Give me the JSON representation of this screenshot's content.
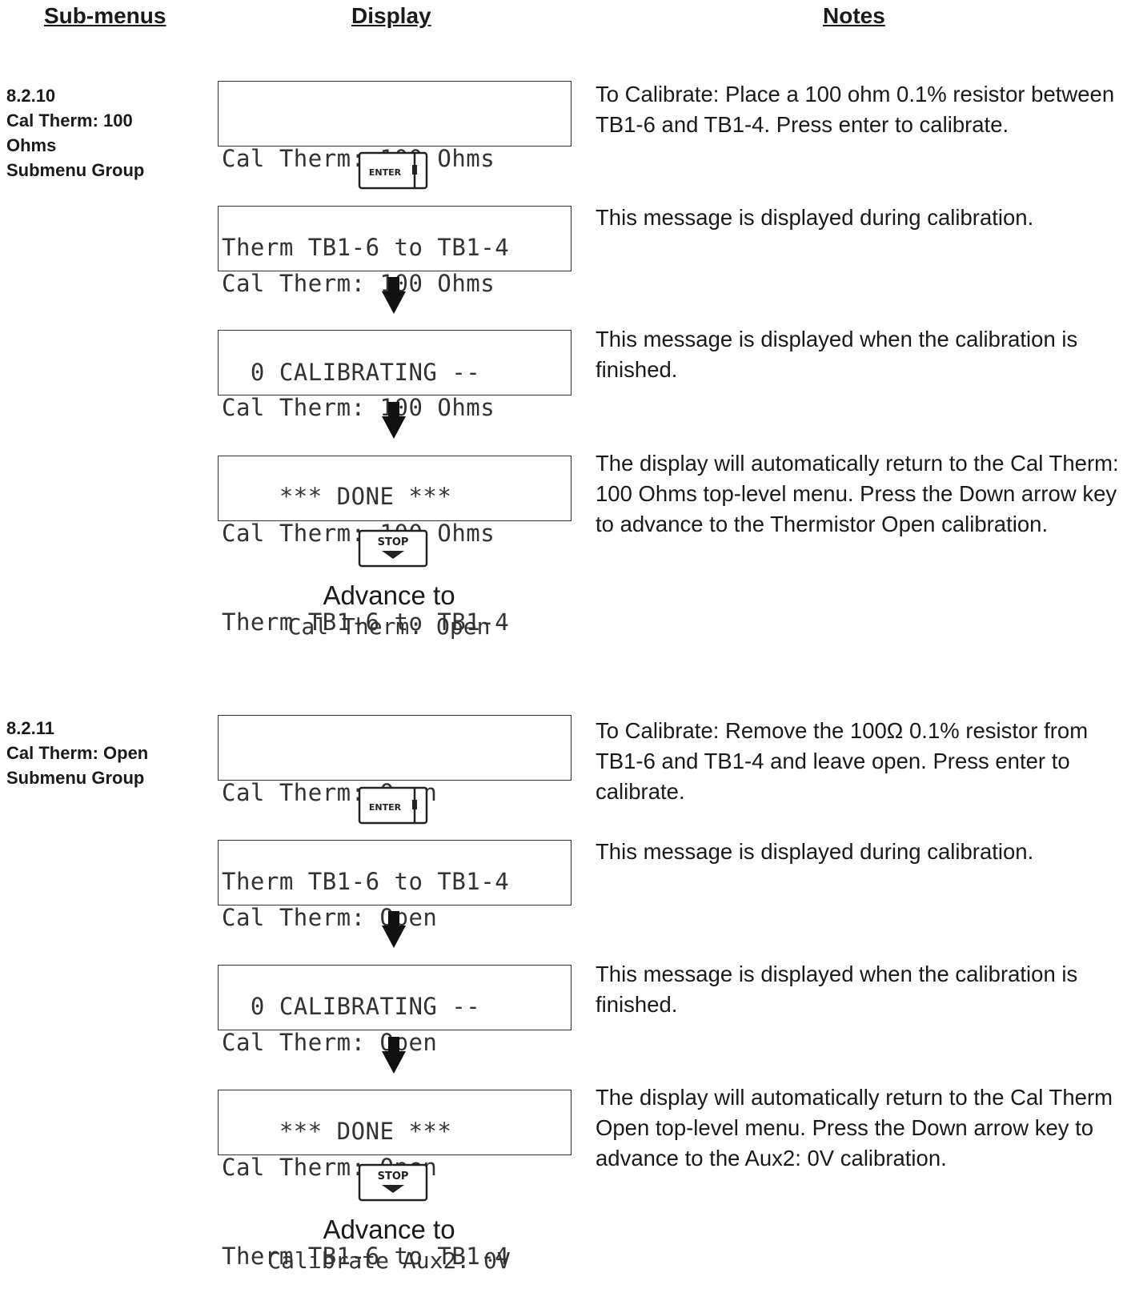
{
  "headers": {
    "submenus": "Sub-menus",
    "display": "Display",
    "notes": "Notes"
  },
  "sections": [
    {
      "number": "8.2.10",
      "name_line1": "Cal Therm: 100",
      "name_line2": "Ohms",
      "name_line3": "Submenu Group",
      "screens": [
        {
          "line1": "Cal Therm: 100 Ohms",
          "line2": "Therm TB1-6 to TB1-4"
        },
        {
          "line1": "Cal Therm: 100 Ohms",
          "line2": "  0 CALIBRATING --"
        },
        {
          "line1": "Cal Therm: 100 Ohms",
          "line2": "    *** DONE ***"
        },
        {
          "line1": "Cal Therm: 100 Ohms",
          "line2": "Therm TB1-6 to TB1-4"
        }
      ],
      "keys": {
        "enter": "ENTER",
        "stop": "STOP"
      },
      "notes": [
        "To Calibrate: Place a 100 ohm 0.1% resistor between TB1-6 and TB1-4.  Press enter to calibrate.",
        "This message is displayed during calibration.",
        "This message is displayed when the calibration is finished.",
        "The display will automatically return to the Cal Therm: 100 Ohms top-level menu.  Press the Down arrow key to advance to the Thermistor Open calibration."
      ],
      "advance_label": "Advance to",
      "advance_target": "Cal Therm: Open"
    },
    {
      "number": "8.2.11",
      "name_line1": "Cal Therm: Open",
      "name_line2": "Submenu Group",
      "screens": [
        {
          "line1": "Cal Therm: Open",
          "line2": "Therm TB1-6 to TB1-4"
        },
        {
          "line1": "Cal Therm: Open",
          "line2": "  0 CALIBRATING --"
        },
        {
          "line1": "Cal Therm: Open",
          "line2": "    *** DONE ***"
        },
        {
          "line1": "Cal Therm: Open",
          "line2": "Therm TB1-6 to TB1-4"
        }
      ],
      "keys": {
        "enter": "ENTER",
        "stop": "STOP"
      },
      "notes": [
        "To Calibrate: Remove the 100Ω 0.1% resistor from TB1-6 and TB1-4 and leave open.  Press enter to calibrate.",
        "This message is displayed during calibration.",
        "This message is displayed when the calibration is finished.",
        "The display will automatically return to the Cal Therm Open top-level menu.  Press the Down arrow key to advance to the Aux2: 0V calibration."
      ],
      "advance_label": "Advance to",
      "advance_target": "Calibrate Aux2: 0V"
    }
  ]
}
